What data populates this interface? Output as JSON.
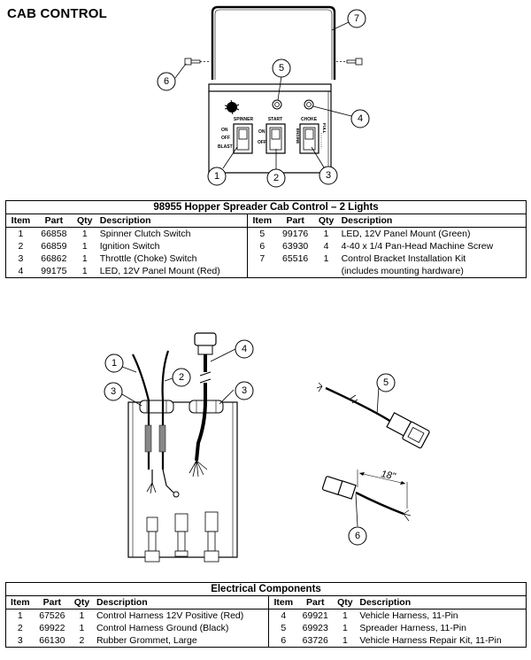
{
  "page": {
    "title": "CAB CONTROL"
  },
  "panel": {
    "labels": {
      "spinner": "SPINNER",
      "start": "START",
      "choke": "CHOKE",
      "on": "ON",
      "off": "OFF",
      "blast": "BLAST",
      "engine": "ENGINE",
      "choke_scale": "FULL"
    }
  },
  "callouts_top": [
    "1",
    "2",
    "3",
    "4",
    "5",
    "6",
    "7"
  ],
  "callouts_bottom": [
    "1",
    "2",
    "3",
    "3",
    "4",
    "5",
    "6"
  ],
  "harness_length": "18\"",
  "colors": {
    "line": "#000000",
    "accent": "#ff0000",
    "panel_fill": "#ffffff"
  },
  "table1": {
    "title": "98955  Hopper Spreader Cab Control – 2 Lights",
    "headers": [
      "Item",
      "Part",
      "Qty",
      "Description"
    ],
    "left": [
      [
        "1",
        "66858",
        "1",
        "Spinner Clutch Switch"
      ],
      [
        "2",
        "66859",
        "1",
        "Ignition Switch"
      ],
      [
        "3",
        "66862",
        "1",
        "Throttle (Choke) Switch"
      ],
      [
        "4",
        "99175",
        "1",
        "LED, 12V Panel Mount (Red)"
      ]
    ],
    "right": [
      [
        "5",
        "99176",
        "1",
        "LED, 12V Panel Mount (Green)"
      ],
      [
        "6",
        "63930",
        "4",
        "4-40 x 1/4 Pan-Head Machine Screw"
      ],
      [
        "7",
        "65516",
        "1",
        "Control Bracket Installation Kit"
      ],
      [
        "",
        "",
        "",
        "(includes mounting hardware)"
      ]
    ]
  },
  "table2": {
    "title": "Electrical Components",
    "headers": [
      "Item",
      "Part",
      "Qty",
      "Description"
    ],
    "left": [
      [
        "1",
        "67526",
        "1",
        "Control Harness 12V Positive (Red)"
      ],
      [
        "2",
        "69922",
        "1",
        "Control Harness Ground (Black)"
      ],
      [
        "3",
        "66130",
        "2",
        "Rubber Grommet, Large"
      ]
    ],
    "right": [
      [
        "4",
        "69921",
        "1",
        "Vehicle Harness, 11-Pin"
      ],
      [
        "5",
        "69923",
        "1",
        "Spreader Harness, 11-Pin"
      ],
      [
        "6",
        "63726",
        "1",
        "Vehicle Harness Repair Kit, 11-Pin"
      ]
    ]
  }
}
